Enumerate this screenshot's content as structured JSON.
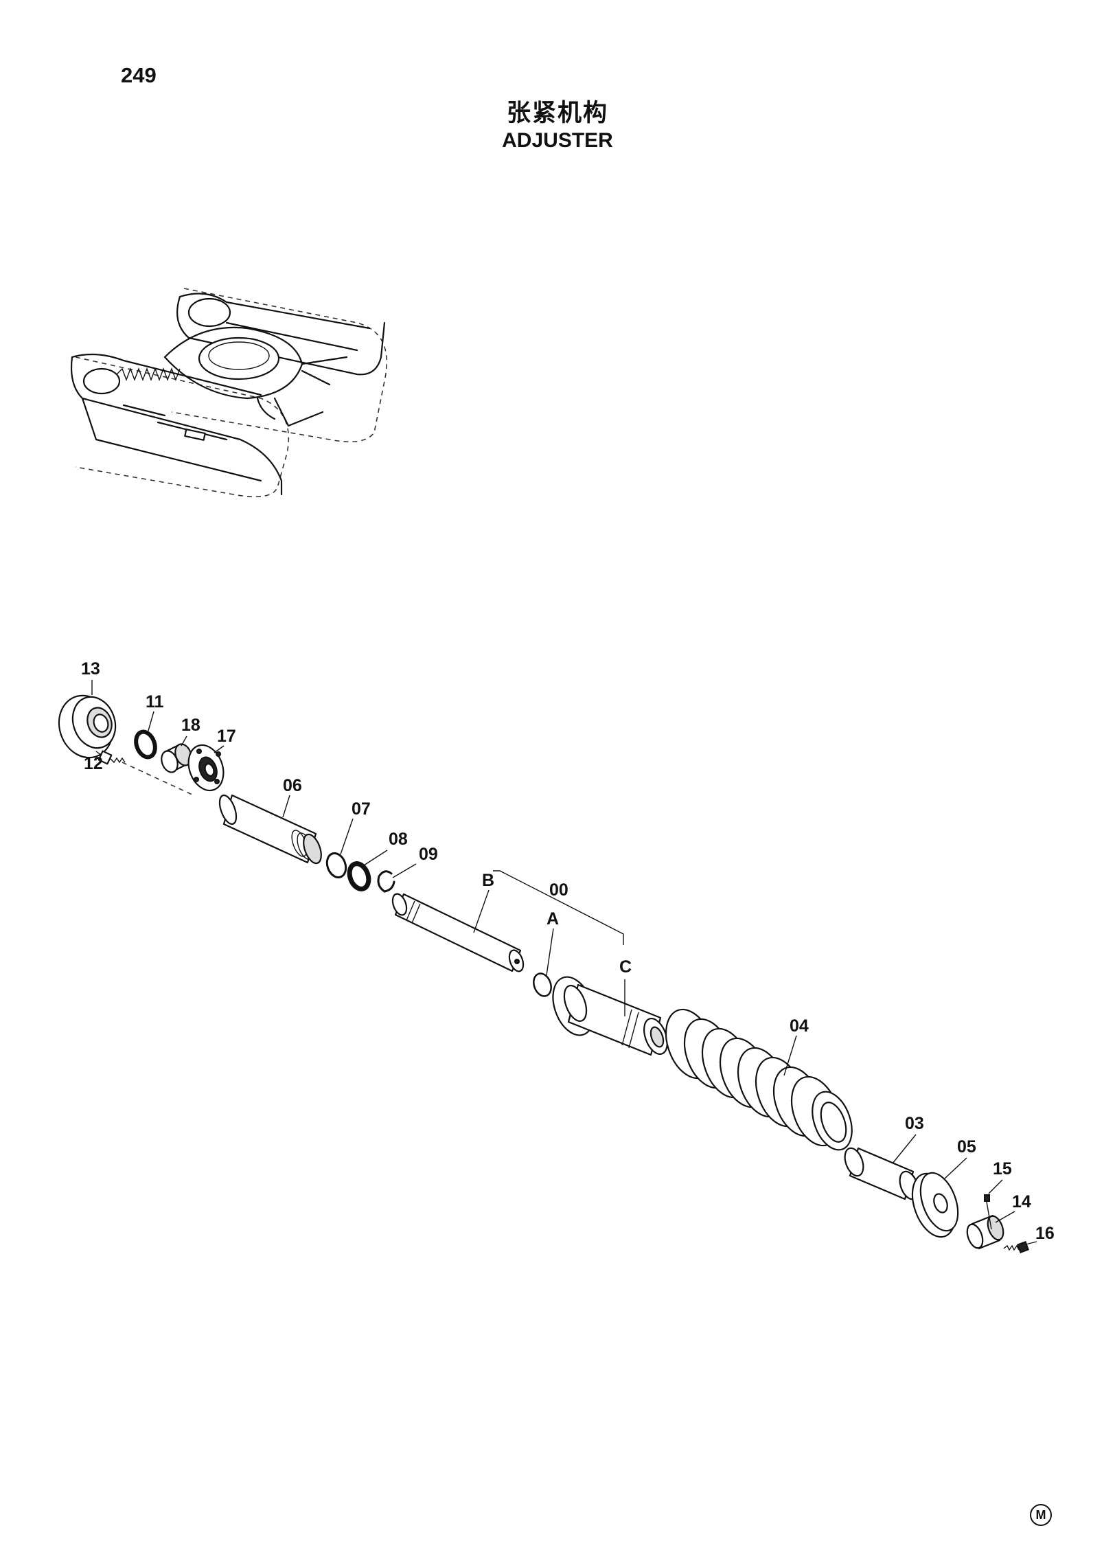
{
  "page": {
    "number": "249"
  },
  "title": {
    "chinese": "张紧机构",
    "english": "ADJUSTER"
  },
  "callouts": {
    "c13": "13",
    "c11": "11",
    "c18": "18",
    "c17": "17",
    "c12": "12",
    "c06": "06",
    "c07": "07",
    "c08": "08",
    "c09": "09",
    "cB": "B",
    "c00": "00",
    "cA": "A",
    "cC": "C",
    "c04": "04",
    "c03": "03",
    "c05": "05",
    "c15": "15",
    "c14": "14",
    "c16": "16"
  },
  "footer": {
    "mark": "M"
  },
  "icons": {
    "overview": "crawler-undercarriage-icon",
    "footer": "circled-letter-mark-icon"
  }
}
